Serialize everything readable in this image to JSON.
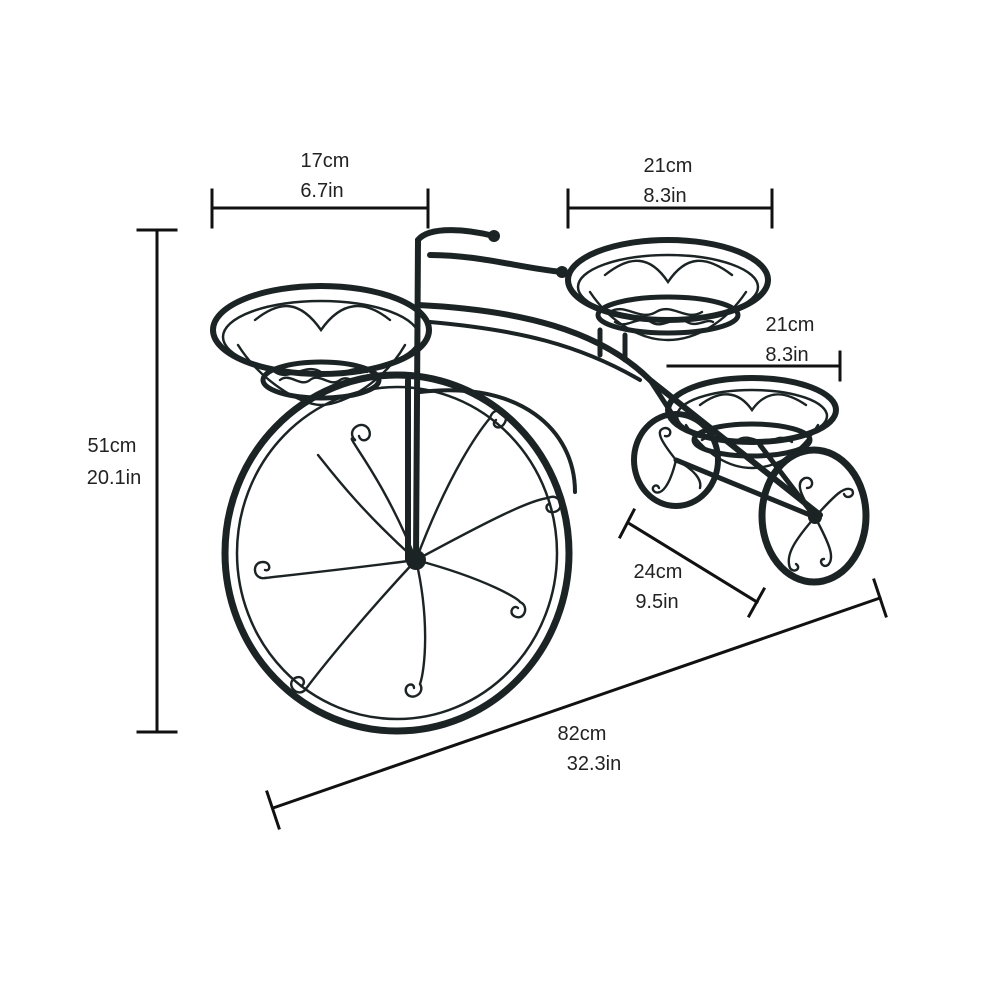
{
  "colors": {
    "metal": "#1b2324",
    "dimension_line": "#111111",
    "text": "#222222",
    "background": "#ffffff"
  },
  "dimensions": {
    "front_basket": {
      "cm": "17cm",
      "in": "6.7in"
    },
    "rear_basket_top": {
      "cm": "21cm",
      "in": "8.3in"
    },
    "rear_basket_low": {
      "cm": "21cm",
      "in": "8.3in"
    },
    "height": {
      "cm": "51cm",
      "in": "20.1in"
    },
    "rear_width": {
      "cm": "24cm",
      "in": "9.5in"
    },
    "length": {
      "cm": "82cm",
      "in": "32.3in"
    }
  }
}
